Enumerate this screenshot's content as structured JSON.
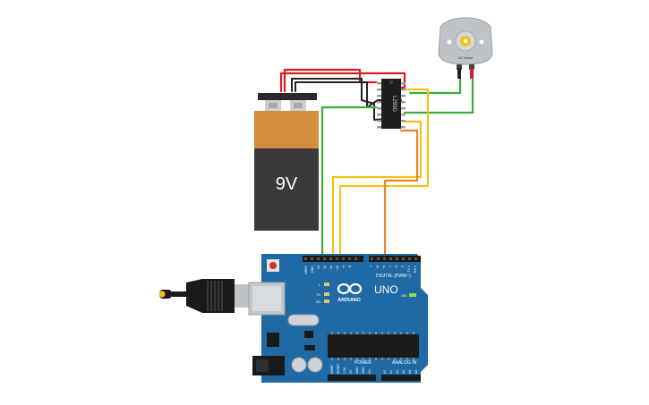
{
  "battery": {
    "label": "9V"
  },
  "motor": {
    "label": "DC Motor"
  },
  "driver": {
    "chip_label": "L293D"
  },
  "arduino": {
    "brand": "ARDUINO",
    "model": "UNO",
    "on_label": "ON",
    "digital_label": "DIGITAL (PWM~)",
    "power_label": "POWER",
    "analog_label": "ANALOG IN",
    "l_label": "L",
    "tx_label": "TX",
    "rx_label": "RX",
    "top_pins": [
      "AREF",
      "GND",
      "13",
      "12",
      "~11",
      "~10",
      "~9",
      "8",
      "7",
      "~6",
      "~5",
      "4",
      "~3",
      "2",
      "TX 1",
      "RX 0"
    ],
    "power_pins": [
      "IOREF",
      "RESET",
      "3.3V",
      "5V",
      "GND",
      "GND",
      "Vin"
    ],
    "analog_pins": [
      "A0",
      "A1",
      "A2",
      "A3",
      "A4",
      "A5"
    ]
  },
  "colors": {
    "wire_red": "#d61f26",
    "wire_black": "#222222",
    "wire_green": "#3dab3d",
    "wire_yellow": "#f2c21b",
    "wire_orange": "#e5862c",
    "board": "#1f6aa5",
    "battery_top": "#d58d3e",
    "battery_body": "#3a3a3a"
  }
}
